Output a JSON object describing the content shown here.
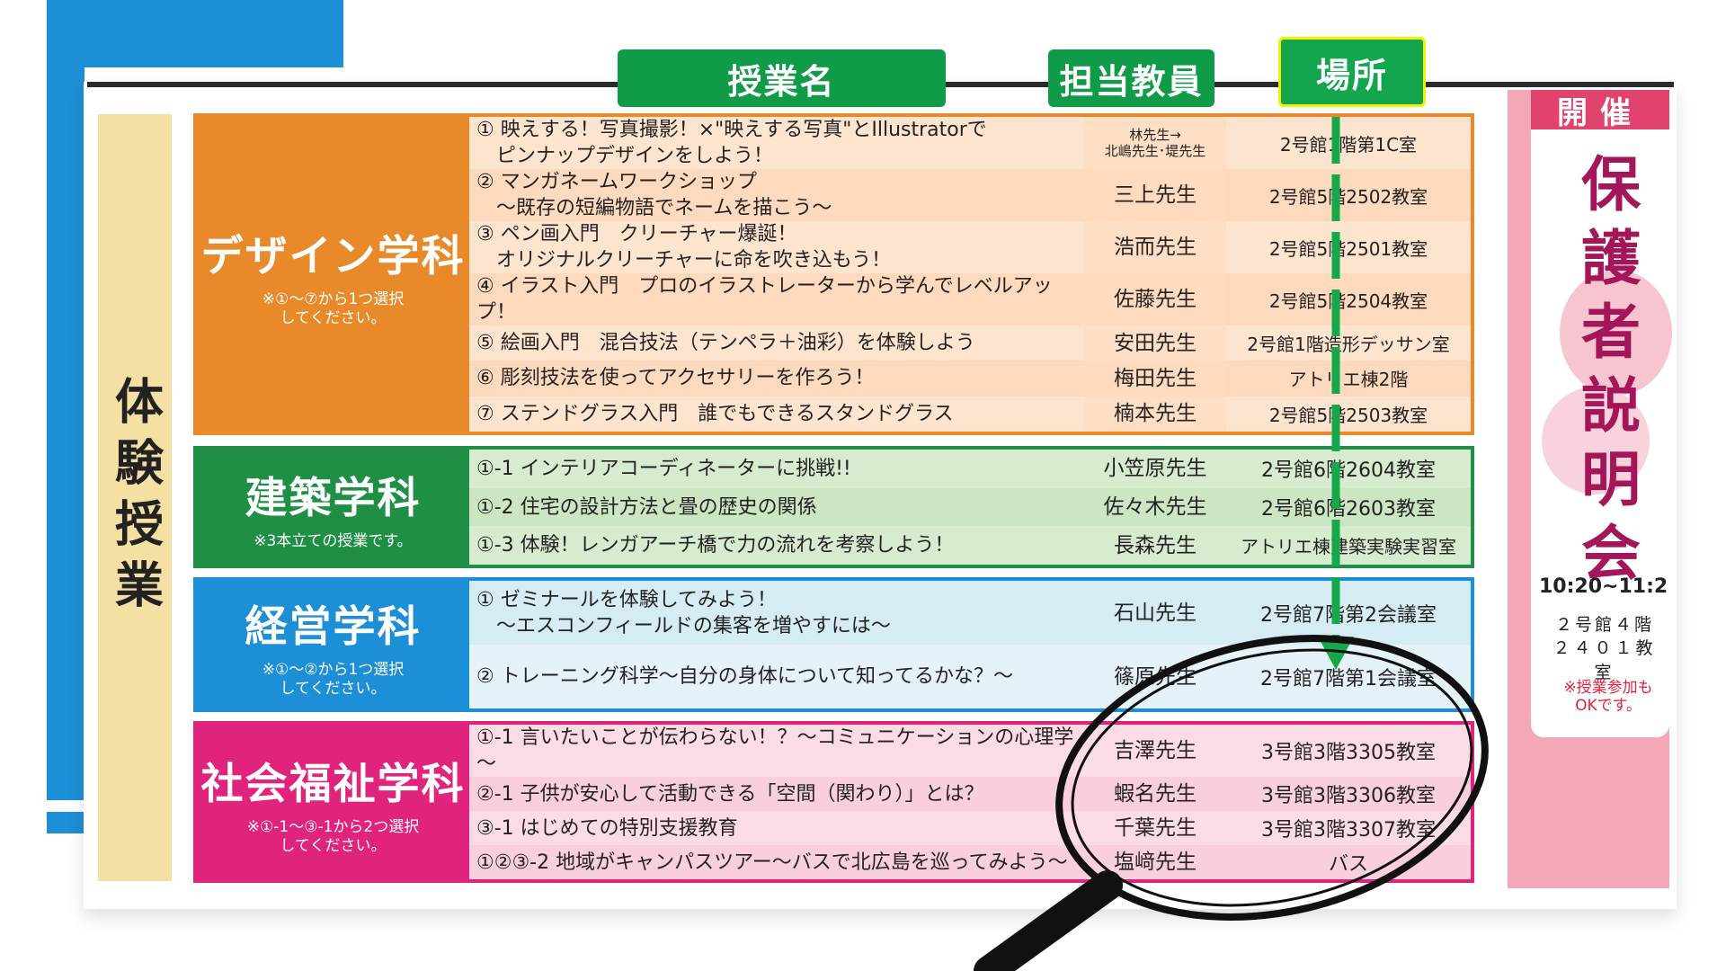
{
  "headers": {
    "class_name": "授業名",
    "teacher": "担当教員",
    "location": "場所"
  },
  "side_label": "体験授業",
  "departments": [
    {
      "key": "design",
      "name": "デザイン学科",
      "note": "※①～⑦から1つ選択\nしてください。",
      "rows": [
        {
          "title": "① 映えする！写真撮影！×\"映えする写真\"とIllustratorで\n　ピンナップデザインをしよう！",
          "teacher": "林先生→\n北嶋先生･堤先生",
          "room": "2号館1階第1C室"
        },
        {
          "title": "② マンガネームワークショップ\n　～既存の短編物語でネームを描こう～",
          "teacher": "三上先生",
          "room": "2号館5階2502教室"
        },
        {
          "title": "③ ペン画入門　クリーチャー爆誕！\n　オリジナルクリーチャーに命を吹き込もう！",
          "teacher": "浩而先生",
          "room": "2号館5階2501教室"
        },
        {
          "title": "④ イラスト入門　プロのイラストレーターから学んでレベルアップ！",
          "teacher": "佐藤先生",
          "room": "2号館5階2504教室"
        },
        {
          "title": "⑤ 絵画入門　混合技法（テンペラ＋油彩）を体験しよう",
          "teacher": "安田先生",
          "room": "2号館1階造形デッサン室"
        },
        {
          "title": "⑥ 彫刻技法を使ってアクセサリーを作ろう！",
          "teacher": "梅田先生",
          "room": "アトリエ棟2階"
        },
        {
          "title": "⑦ ステンドグラス入門　誰でもできるスタンドグラス",
          "teacher": "楠本先生",
          "room": "2号館5階2503教室"
        }
      ]
    },
    {
      "key": "arch",
      "name": "建築学科",
      "note": "※3本立ての授業です。",
      "rows": [
        {
          "title": "①-1 インテリアコーディネーターに挑戦!!",
          "teacher": "小笠原先生",
          "room": "2号館6階2604教室"
        },
        {
          "title": "①-2 住宅の設計方法と畳の歴史の関係",
          "teacher": "佐々木先生",
          "room": "2号館6階2603教室"
        },
        {
          "title": "①-3 体験！レンガアーチ橋で力の流れを考察しよう！",
          "teacher": "長森先生",
          "room": "アトリエ棟建築実験実習室"
        }
      ]
    },
    {
      "key": "biz",
      "name": "経営学科",
      "note": "※①～②から1つ選択\nしてください。",
      "rows": [
        {
          "title": "① ゼミナールを体験してみよう！\n　～エスコンフィールドの集客を増やすには～",
          "teacher": "石山先生",
          "room": "2号館7階第2会議室"
        },
        {
          "title": "② トレーニング科学～自分の身体について知ってるかな？～",
          "teacher": "篠原先生",
          "room": "2号館7階第1会議室"
        }
      ]
    },
    {
      "key": "welfare",
      "name": "社会福祉学科",
      "note": "※①-1～③-1から2つ選択\nしてください。",
      "rows": [
        {
          "title": "①-1 言いたいことが伝わらない！？～コミュニケーションの心理学～",
          "teacher": "吉澤先生",
          "room": "3号館3階3305教室"
        },
        {
          "title": "②-1 子供が安心して活動できる「空間（関わり）」とは？",
          "teacher": "蝦名先生",
          "room": "3号館3階3306教室"
        },
        {
          "title": "③-1 はじめての特別支援教育",
          "teacher": "千葉先生",
          "room": "3号館3階3307教室"
        },
        {
          "title": "①②③-2 地域がキャンパスツアー～バスで北広島を巡ってみよう～",
          "teacher": "塩﨑先生",
          "room": "バス"
        }
      ]
    }
  ],
  "right_panel": {
    "kaisai": "開催",
    "title": "保護者説明会",
    "time": "10:20~11:2",
    "place_line1": "２号館４階",
    "place_line2": "２４０１教室",
    "note": "※授業参加も\nOKです。"
  },
  "colors": {
    "design": "#e88a2a",
    "arch": "#1f8f45",
    "biz": "#1d8fd6",
    "welfare": "#e0237c",
    "header_green": "#109b48",
    "arrow_green": "#14a84a",
    "accent_blue": "#1d8fd6"
  },
  "icons": [
    "down-arrow-icon",
    "magnifier-icon"
  ]
}
